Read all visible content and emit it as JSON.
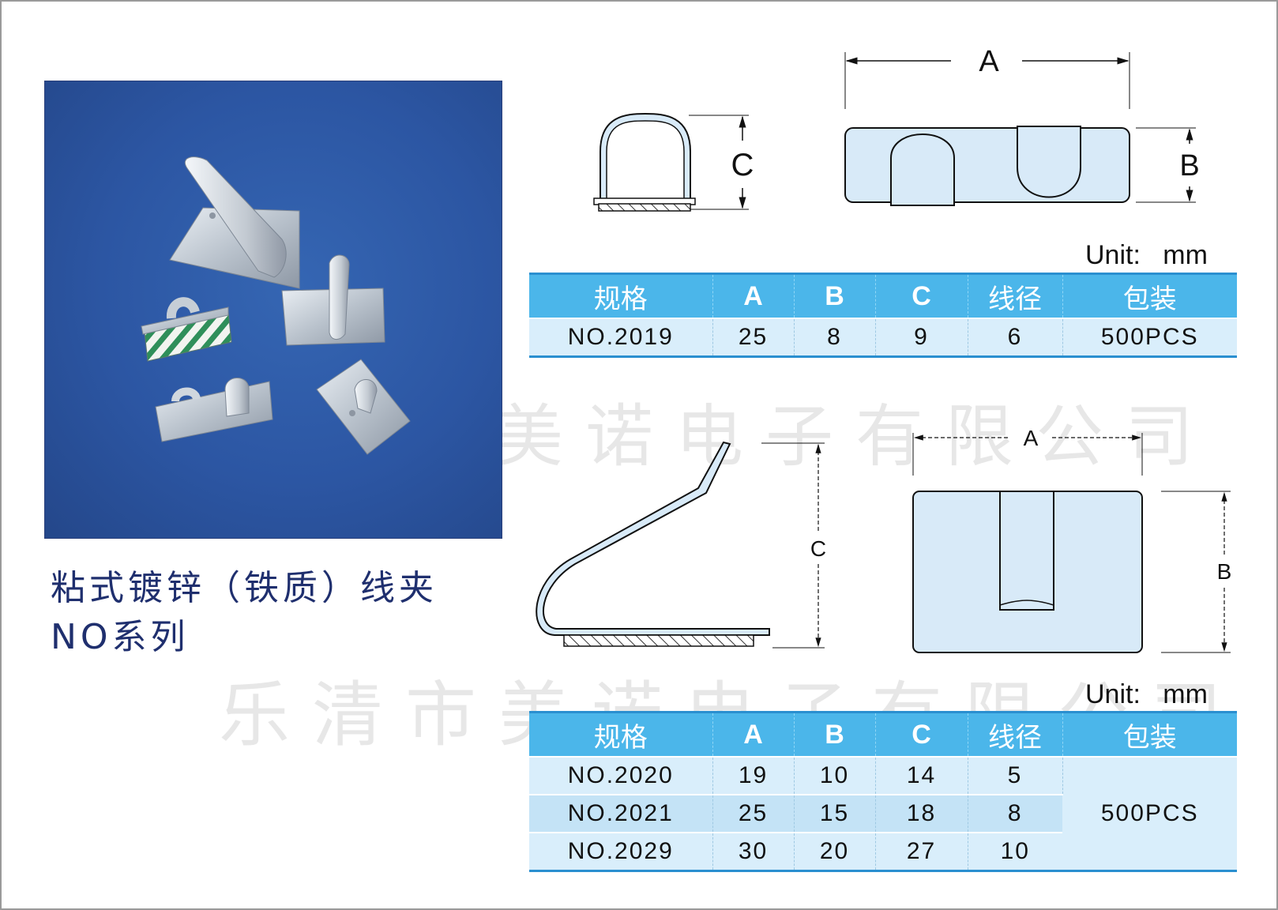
{
  "watermark": {
    "line1": "美诺电子有限公司",
    "line2": "乐清市美诺电子有限公司"
  },
  "product": {
    "title_line1": "粘式镀锌（铁质）线夹",
    "title_line2": "NO系列"
  },
  "diagram1": {
    "label_a": "A",
    "label_b": "B",
    "label_c": "C"
  },
  "diagram2": {
    "label_a": "A",
    "label_b": "B",
    "label_c": "C"
  },
  "table1": {
    "unit": "Unit:   mm",
    "headers": [
      "规格",
      "A",
      "B",
      "C",
      "线径",
      "包装"
    ],
    "rows": [
      {
        "spec": "NO.2019",
        "a": "25",
        "b": "8",
        "c": "9",
        "wire": "6",
        "pack": "500PCS"
      }
    ]
  },
  "table2": {
    "unit": "Unit:   mm",
    "headers": [
      "规格",
      "A",
      "B",
      "C",
      "线径",
      "包装"
    ],
    "pack": "500PCS",
    "rows": [
      {
        "spec": "NO.2020",
        "a": "19",
        "b": "10",
        "c": "14",
        "wire": "5"
      },
      {
        "spec": "NO.2021",
        "a": "25",
        "b": "15",
        "c": "18",
        "wire": "8"
      },
      {
        "spec": "NO.2029",
        "a": "30",
        "b": "20",
        "c": "27",
        "wire": "10"
      }
    ]
  },
  "colors": {
    "header_bg": "#4bb6ea",
    "row_bg": "#d9eefb",
    "row_alt_bg": "#c4e3f6",
    "drawing_fill": "#d8eaf8",
    "title_color": "#1f2f6e",
    "photo_bg": "#2c56a3"
  }
}
